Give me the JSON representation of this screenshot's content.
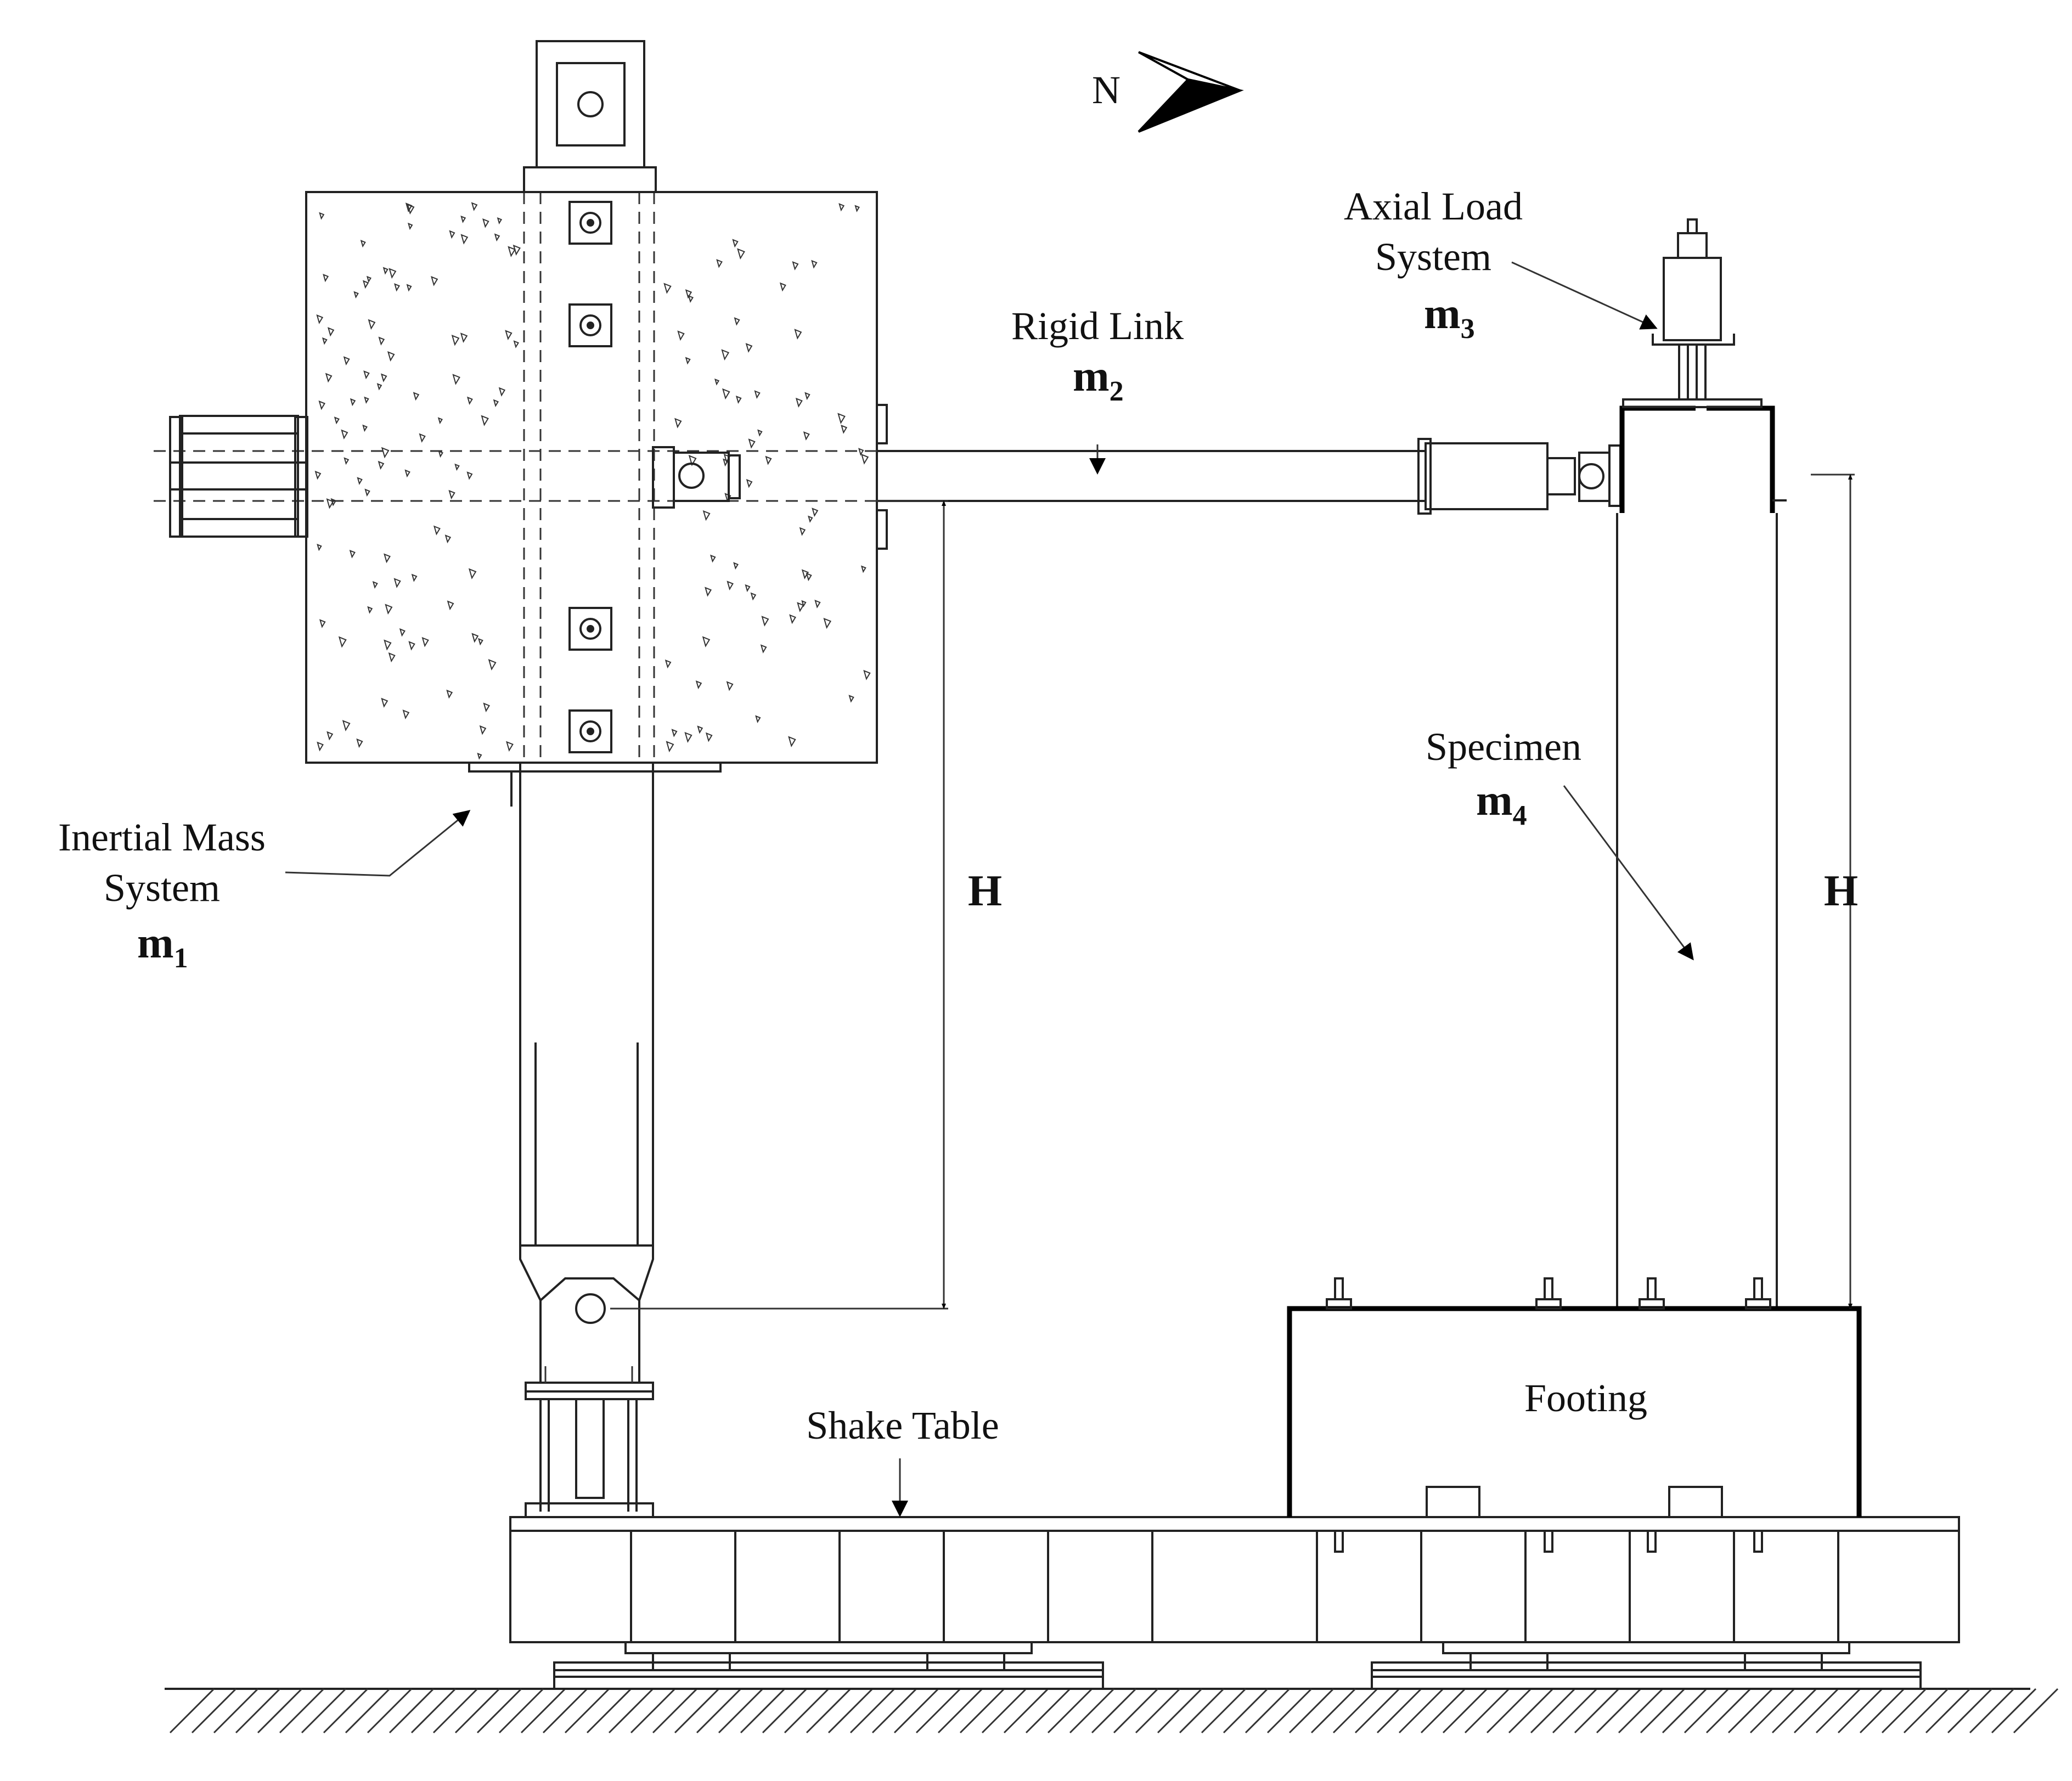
{
  "labels": {
    "compass_north": "N",
    "axial_load_line1": "Axial Load",
    "axial_load_line2": "System",
    "axial_load_mass": "m",
    "axial_load_mass_sub": "3",
    "rigid_link": "Rigid Link",
    "rigid_link_mass": "m",
    "rigid_link_mass_sub": "2",
    "inertial_line1": "Inertial Mass",
    "inertial_line2": "System",
    "inertial_mass": "m",
    "inertial_mass_sub": "1",
    "specimen": "Specimen",
    "specimen_mass": "m",
    "specimen_mass_sub": "4",
    "height_left": "H",
    "height_right": "H",
    "footing": "Footing",
    "shake_table": "Shake Table"
  }
}
